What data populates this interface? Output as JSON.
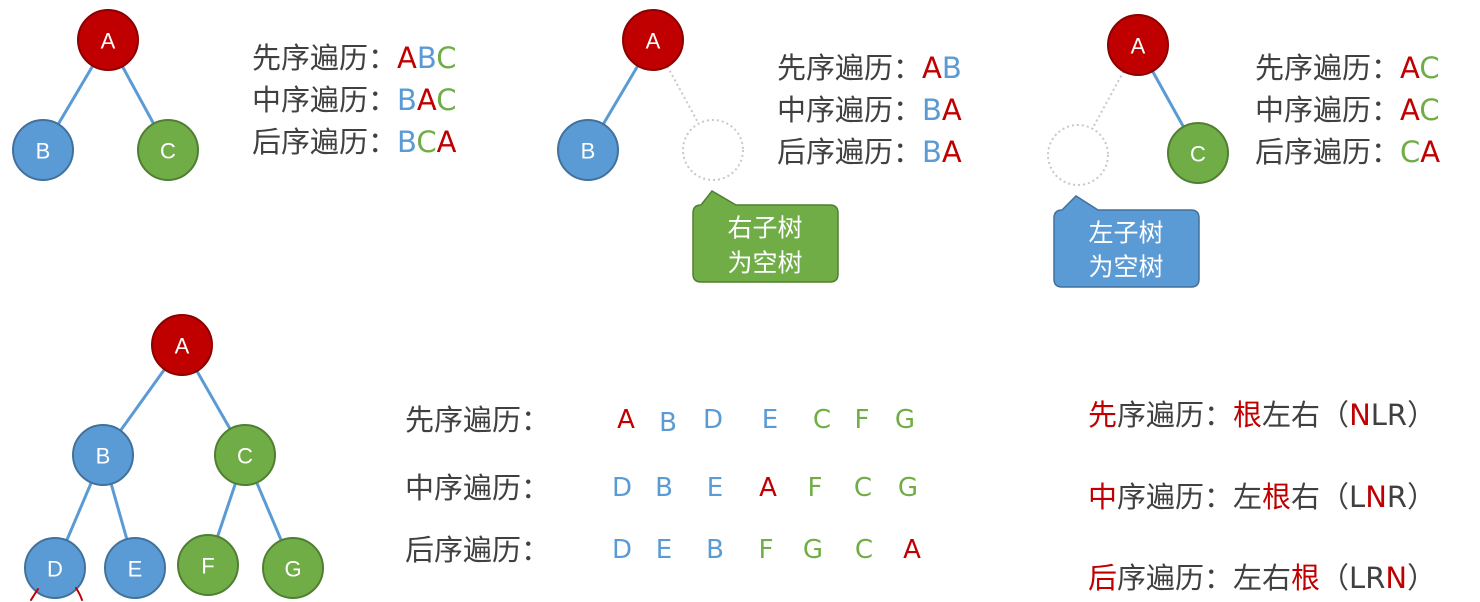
{
  "palette": {
    "red": "#c00000",
    "red_dark": "#8b0000",
    "blue": "#5b9bd5",
    "blue_dark": "#41719c",
    "green": "#70ad47",
    "green_dark": "#507e32",
    "text": "#404040",
    "edge": "#5b9bd5",
    "empty": "#c8c8c8"
  },
  "example_full": {
    "nodes": {
      "a": "A",
      "b": "B",
      "c": "C"
    },
    "traversals": [
      {
        "label": "先序遍历：",
        "sequence": [
          "A",
          "B",
          "C"
        ]
      },
      {
        "label": "中序遍历：",
        "sequence": [
          "B",
          "A",
          "C"
        ]
      },
      {
        "label": "后序遍历：",
        "sequence": [
          "B",
          "C",
          "A"
        ]
      }
    ]
  },
  "example_no_right": {
    "nodes": {
      "a": "A",
      "b": "B"
    },
    "callout": [
      "右子树",
      "为空树"
    ],
    "traversals": [
      {
        "label": "先序遍历：",
        "sequence": [
          "A",
          "B"
        ]
      },
      {
        "label": "中序遍历：",
        "sequence": [
          "B",
          "A"
        ]
      },
      {
        "label": "后序遍历：",
        "sequence": [
          "B",
          "A"
        ]
      }
    ]
  },
  "example_no_left": {
    "nodes": {
      "a": "A",
      "c": "C"
    },
    "callout": [
      "左子树",
      "为空树"
    ],
    "traversals": [
      {
        "label": "先序遍历：",
        "sequence": [
          "A",
          "C"
        ]
      },
      {
        "label": "中序遍历：",
        "sequence": [
          "A",
          "C"
        ]
      },
      {
        "label": "后序遍历：",
        "sequence": [
          "C",
          "A"
        ]
      }
    ]
  },
  "example_large": {
    "nodes": {
      "a": "A",
      "b": "B",
      "c": "C",
      "d": "D",
      "e": "E",
      "f": "F",
      "g": "G"
    },
    "traversals": [
      {
        "label": "先序遍历：",
        "sequence": [
          "A",
          "B",
          "D",
          "E",
          "C",
          "F",
          "G"
        ]
      },
      {
        "label": "中序遍历：",
        "sequence": [
          "D",
          "B",
          "E",
          "A",
          "F",
          "C",
          "G"
        ]
      },
      {
        "label": "后序遍历：",
        "sequence": [
          "D",
          "E",
          "B",
          "F",
          "G",
          "C",
          "A"
        ]
      }
    ]
  },
  "rules": [
    {
      "parts": [
        "先",
        "序遍历：",
        "根",
        "左右（",
        "N",
        "LR）"
      ]
    },
    {
      "parts": [
        "中",
        "序遍历：左",
        "根",
        "右（L",
        "N",
        "R）"
      ]
    },
    {
      "parts": [
        "后",
        "序遍历：左右",
        "根",
        "（LR",
        "N",
        "）"
      ]
    }
  ]
}
